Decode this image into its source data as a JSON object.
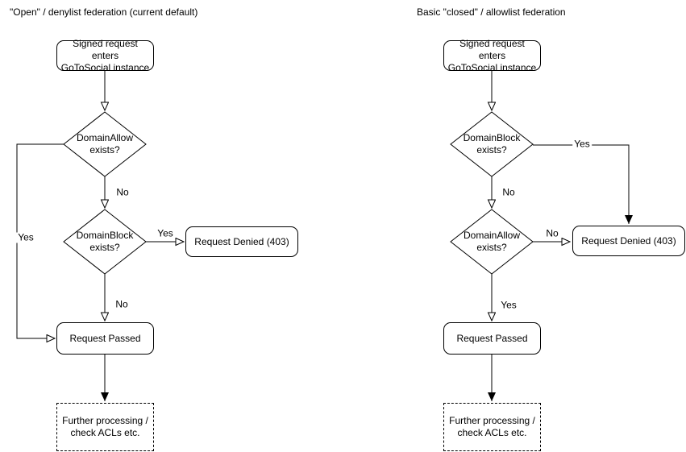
{
  "page": {
    "background": "#ffffff",
    "stroke_color": "#000000"
  },
  "left_chart": {
    "title": "\"Open\" / denylist federation (current default)",
    "nodes": {
      "start": "Signed request enters\nGoToSocial instance",
      "domain_allow": "DomainAllow\nexists?",
      "domain_block": "DomainBlock\nexists?",
      "request_denied": "Request Denied (403)",
      "request_passed": "Request Passed",
      "further_processing": "Further processing /\ncheck ACLs etc."
    },
    "edge_labels": {
      "allow_no": "No",
      "allow_yes": "Yes",
      "block_yes": "Yes",
      "block_no": "No"
    }
  },
  "right_chart": {
    "title": "Basic \"closed\" / allowlist federation",
    "nodes": {
      "start": "Signed request enters\nGoToSocial instance",
      "domain_block": "DomainBlock\nexists?",
      "domain_allow": "DomainAllow\nexists?",
      "request_denied": "Request Denied (403)",
      "request_passed": "Request Passed",
      "further_processing": "Further processing /\ncheck ACLs etc."
    },
    "edge_labels": {
      "block_yes": "Yes",
      "block_no": "No",
      "allow_no": "No",
      "allow_yes": "Yes"
    }
  }
}
